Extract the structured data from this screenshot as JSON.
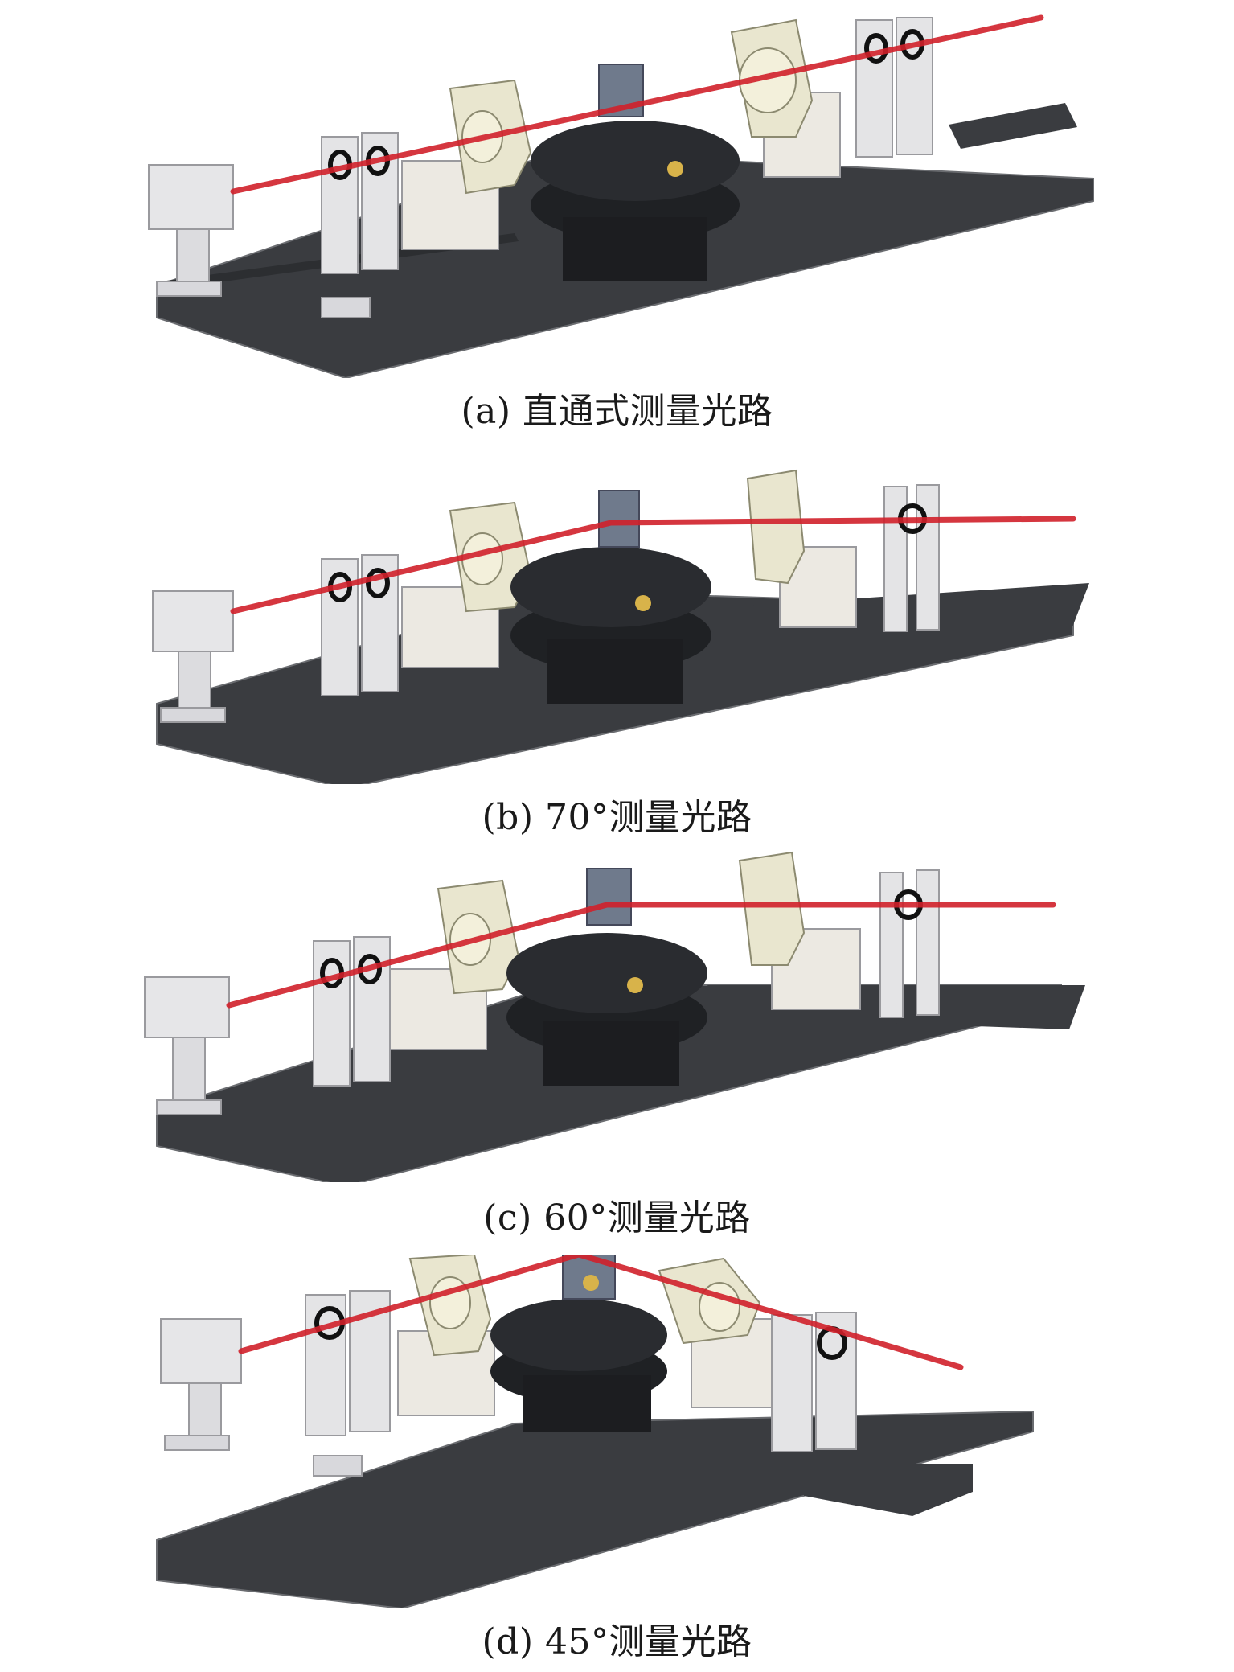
{
  "figure": {
    "panels": [
      {
        "id": "a",
        "caption": "(a) 直通式测量光路"
      },
      {
        "id": "b",
        "caption": "(b) 70°测量光路"
      },
      {
        "id": "c",
        "caption": "(c) 60°测量光路"
      },
      {
        "id": "d",
        "caption": "(d) 45°测量光路"
      }
    ]
  },
  "colors": {
    "breadboard": "#3a3c40",
    "breadboard_edge": "#6a6c70",
    "laser_beam": "#d0202a",
    "optic_mount": "#e9e6cf",
    "rotator_housing": "#ece9e2",
    "aperture_plate": "#e4e4e6",
    "laser_source": "#e6e6e8",
    "stage": "#1f2124",
    "sample": "#6f7a8c"
  }
}
